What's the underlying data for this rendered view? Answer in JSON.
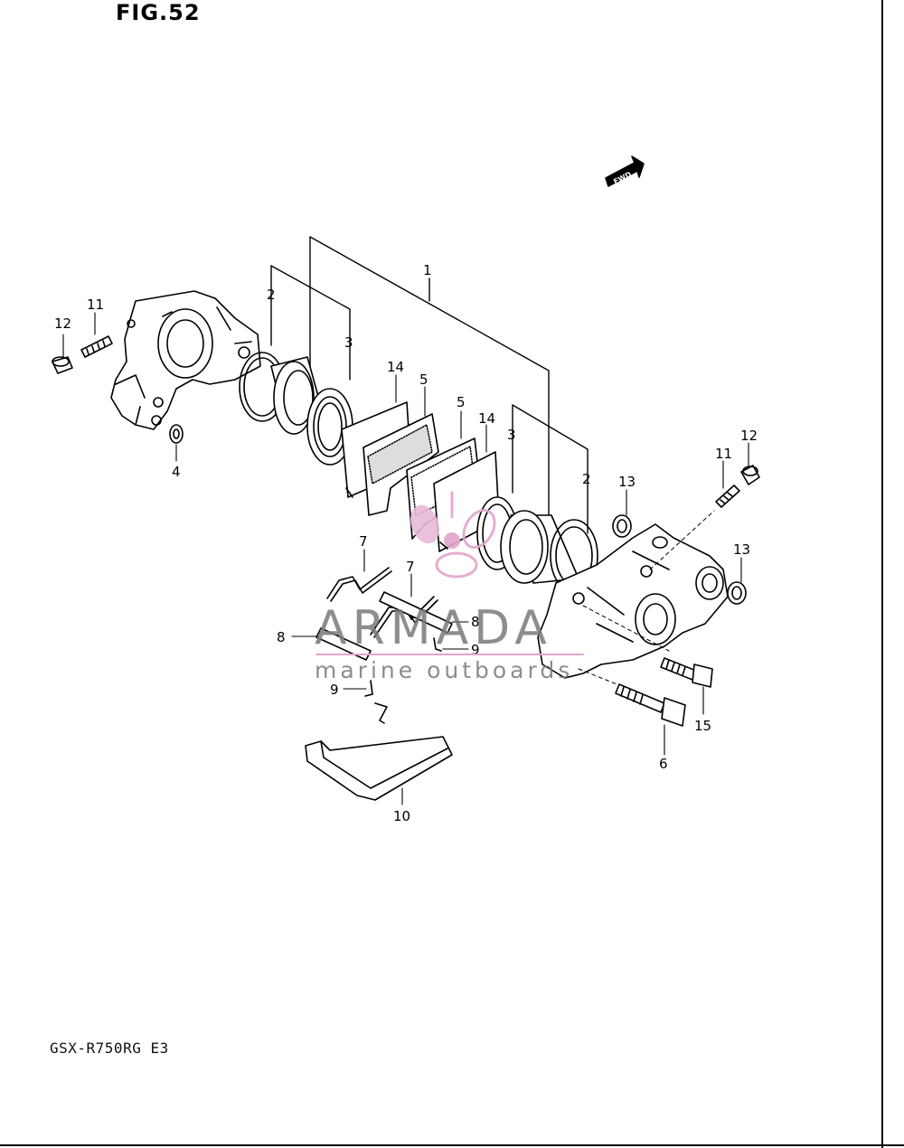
{
  "figure": {
    "title": "FIG.52",
    "model": "GSX-R750RG E3"
  },
  "fwd_label": "FWD",
  "watermark": {
    "name": "ARMADA",
    "tagline": "marine outboards",
    "color": "#e2a6cc"
  },
  "callouts": {
    "c1": "1",
    "c2a": "2",
    "c2b": "2",
    "c3a": "3",
    "c3b": "3",
    "c4": "4",
    "c5a": "5",
    "c5b": "5",
    "c6": "6",
    "c7a": "7",
    "c7b": "7",
    "c8a": "8",
    "c8b": "8",
    "c9a": "9",
    "c9b": "9",
    "c10": "10",
    "c11a": "11",
    "c11b": "11",
    "c12a": "12",
    "c12b": "12",
    "c13a": "13",
    "c13b": "13",
    "c14a": "14",
    "c14b": "14",
    "c15": "15"
  }
}
